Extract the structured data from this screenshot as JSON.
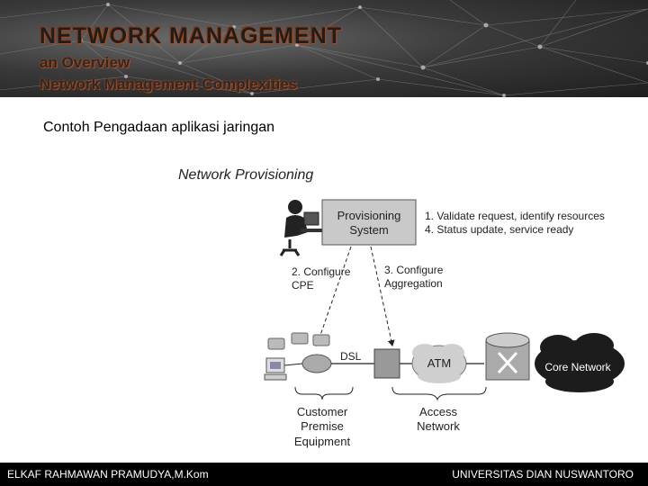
{
  "header": {
    "title": "NETWORK MANAGEMENT",
    "subtitle1": "an Overview",
    "subtitle2": "Network Management Complexities"
  },
  "slide": {
    "heading": "Contoh Pengadaan aplikasi jaringan"
  },
  "diagram": {
    "title": "Network Provisioning",
    "system_line1": "Provisioning",
    "system_line2": "System",
    "step1": "1. Validate request, identify resources",
    "step4": "4. Status update, service ready",
    "step2_line1": "2. Configure",
    "step2_line2": "CPE",
    "step3_line1": "3. Configure",
    "step3_line2": "Aggregation",
    "dsl": "DSL",
    "atm": "ATM",
    "core": "Core Network",
    "cpe_line1": "Customer",
    "cpe_line2": "Premise",
    "cpe_line3": "Equipment",
    "access_line1": "Access",
    "access_line2": "Network"
  },
  "footer": {
    "left": "ELKAF RAHMAWAN PRAMUDYA,M.Kom",
    "right": "UNIVERSITAS DIAN NUSWANTORO"
  }
}
